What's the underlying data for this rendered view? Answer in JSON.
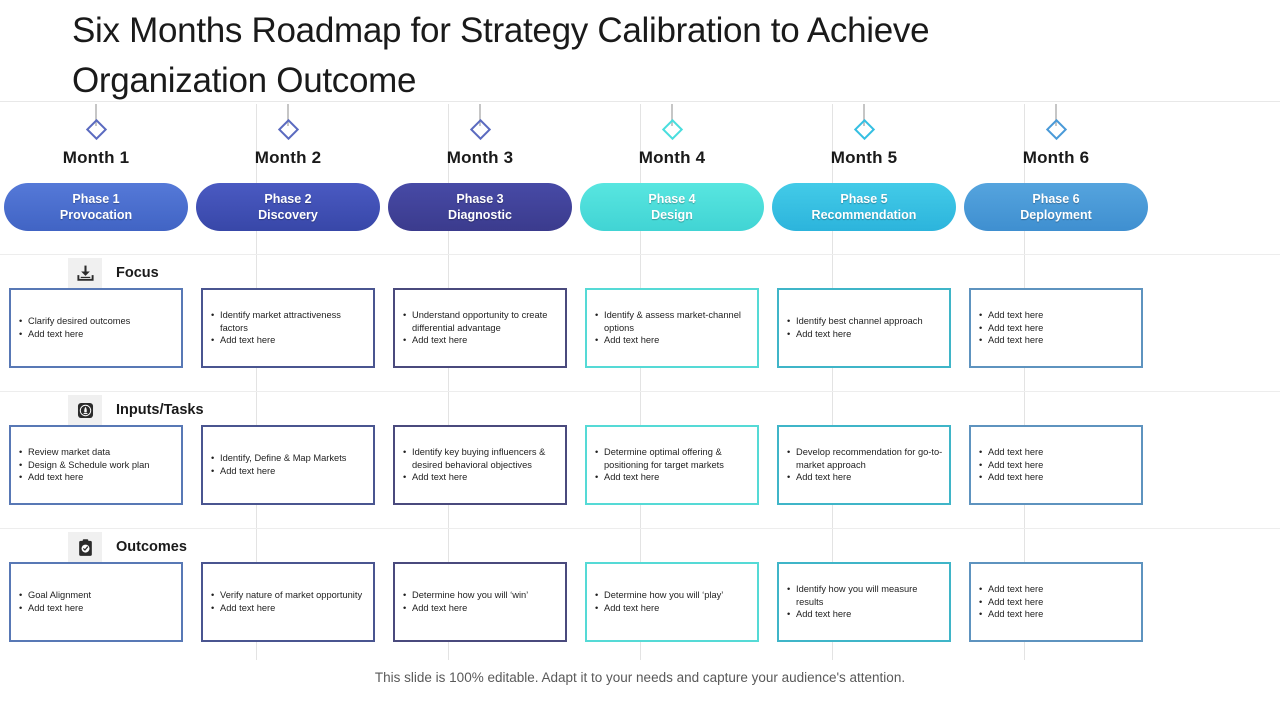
{
  "title": "Six Months Roadmap for Strategy Calibration to Achieve Organization Outcome",
  "footer": "This slide is 100% editable. Adapt it to your needs and capture your audience's attention.",
  "colors": {
    "phase1": "#4a6fd0",
    "phase2": "#3f4fb5",
    "phase3": "#41419a",
    "phase4": "#4adede",
    "phase5": "#35bfe2",
    "phase6": "#4a9ad8",
    "card1": "#5878b5",
    "card2": "#4a5590",
    "card3": "#4a4a7d",
    "card4": "#55dad6",
    "card5": "#3fb5c8",
    "card6": "#5e93bf"
  },
  "columns": [
    {
      "month": "Month 1",
      "phase_number": "Phase 1",
      "phase_name": "Provocation"
    },
    {
      "month": "Month 2",
      "phase_number": "Phase 2",
      "phase_name": "Discovery"
    },
    {
      "month": "Month 3",
      "phase_number": "Phase 3",
      "phase_name": "Diagnostic"
    },
    {
      "month": "Month 4",
      "phase_number": "Phase 4",
      "phase_name": "Design"
    },
    {
      "month": "Month 5",
      "phase_number": "Phase 5",
      "phase_name": "Recommendation"
    },
    {
      "month": "Month 6",
      "phase_number": "Phase 6",
      "phase_name": "Deployment"
    }
  ],
  "rows": [
    {
      "label": "Focus",
      "icon": "inbox-download-icon",
      "cells": [
        [
          "Clarify desired outcomes",
          "Add text here"
        ],
        [
          "Identify market attractiveness factors",
          "Add text here"
        ],
        [
          "Understand opportunity to create differential advantage",
          "Add text here"
        ],
        [
          "Identify & assess market-channel options",
          "Add text here"
        ],
        [
          "Identify best channel approach",
          "Add text here"
        ],
        [
          "Add text here",
          "Add text here",
          "Add text here"
        ]
      ]
    },
    {
      "label": "Inputs/Tasks",
      "icon": "badge-square-icon",
      "cells": [
        [
          "Review market data",
          "Design & Schedule work plan",
          "Add text here"
        ],
        [
          "Identify, Define & Map Markets",
          "Add text here"
        ],
        [
          "Identify key buying influencers & desired behavioral objectives",
          "Add text here"
        ],
        [
          "Determine optimal offering & positioning for target markets",
          "Add text here"
        ],
        [
          "Develop recommendation for go-to-market approach",
          "Add text here"
        ],
        [
          "Add text here",
          "Add text here",
          "Add text here"
        ]
      ]
    },
    {
      "label": "Outcomes",
      "icon": "clipboard-check-icon",
      "cells": [
        [
          "Goal Alignment",
          "Add text here"
        ],
        [
          "Verify nature of market opportunity",
          "Add text here"
        ],
        [
          "Determine how you will ‘win’",
          "Add text here"
        ],
        [
          "Determine how you will ‘play’",
          "Add text here"
        ],
        [
          "Identify how you will measure results",
          "Add text here"
        ],
        [
          "Add text here",
          "Add text here",
          "Add text here"
        ]
      ]
    }
  ]
}
